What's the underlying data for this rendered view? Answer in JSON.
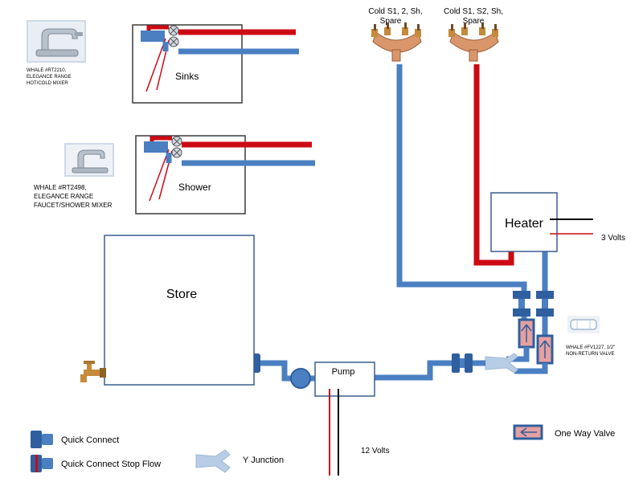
{
  "colors": {
    "cold": "#4a7fc1",
    "cold_dark": "#2f5f9e",
    "hot": "#cc0a14",
    "box_border": "#3a5f8f",
    "valve_fill": "#e6a0a0",
    "junction": "#b7cde6",
    "brass": "#c58a3a",
    "wire_black": "#000000",
    "wire_red": "#cc0a14"
  },
  "fixtures": {
    "sinks": {
      "label": "Sinks",
      "product_lines": [
        "WHALE #RT2210,",
        "ELEGANCE RANGE",
        "HOT/COLD  MIXER"
      ],
      "image_icon": "mixer-tap-photo"
    },
    "shower": {
      "label": "Shower",
      "product_lines": [
        "WHALE #RT2498,",
        "ELEGANCE RANGE",
        "FAUCET/SHOWER MIXER"
      ],
      "image_icon": "shower-mixer-photo"
    }
  },
  "manifolds": [
    {
      "label_lines": [
        "Cold S1,  2, Sh,",
        "Spare"
      ],
      "feed": "cold"
    },
    {
      "label_lines": [
        "Cold S1, S2, Sh,",
        "Spare"
      ],
      "feed": "hot"
    }
  ],
  "components": {
    "store": "Store",
    "heater": "Heater",
    "pump": "Pump",
    "heater_supply": "3 Volts",
    "pump_supply": "12 Volts",
    "valve_note_lines": [
      "WHALE #FV1227, 1/2\"",
      "NON-RETURN  VALVE"
    ]
  },
  "legend": {
    "quick_connect": "Quick Connect",
    "quick_connect_stop": "Quick Connect Stop Flow",
    "y_junction": "Y Junction",
    "one_way_valve": "One Way Valve"
  }
}
